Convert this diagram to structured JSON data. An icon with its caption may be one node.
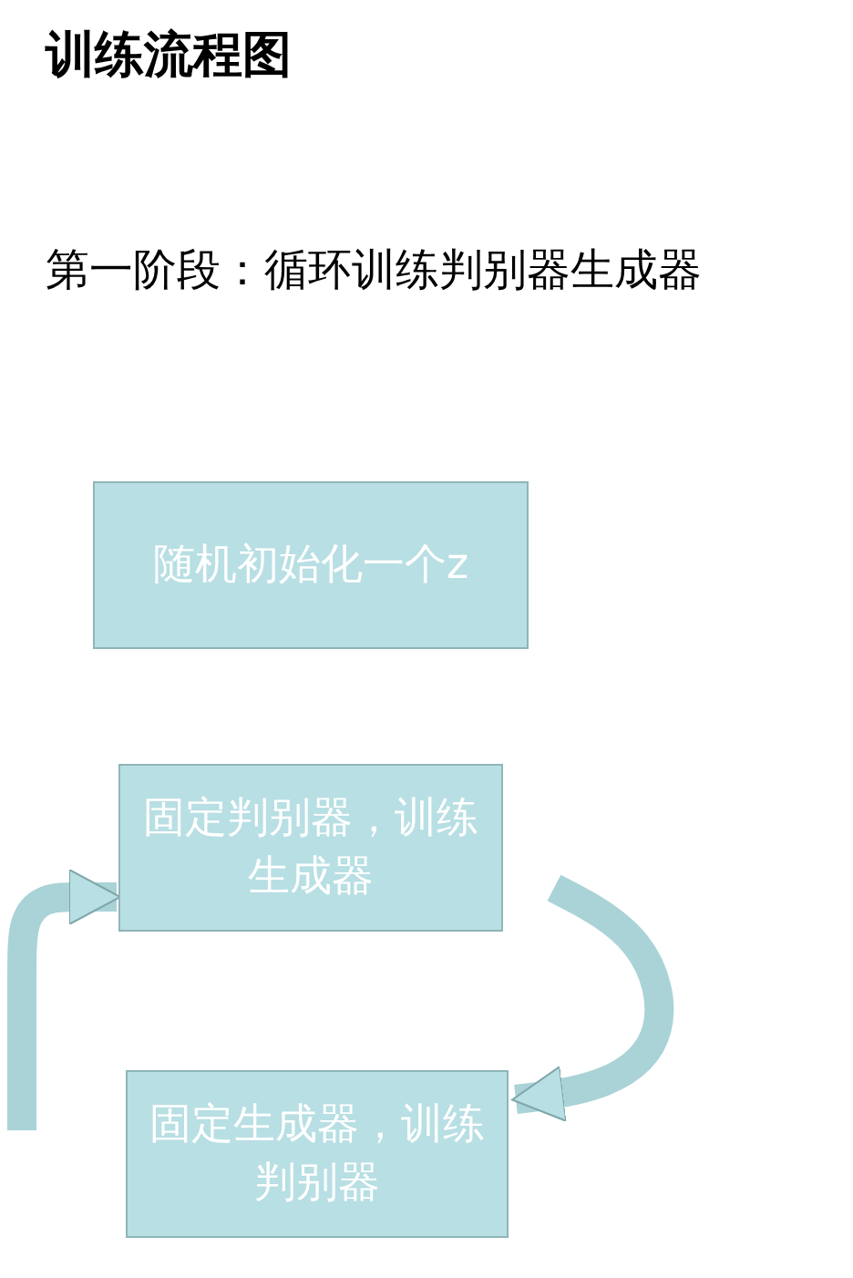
{
  "diagram": {
    "title": "训练流程图",
    "labels": [
      "第一阶段：循环训练判别器生成器"
    ],
    "nodes": [
      {
        "text": [
          "随机初始化一个z"
        ]
      },
      {
        "text": [
          "固定判别器，训练生成器"
        ]
      },
      {
        "text": [
          "固定生成器，训练判别器"
        ]
      }
    ],
    "edges": [
      {
        "from": 1,
        "to": 2,
        "arrow": "to"
      },
      {
        "from": null,
        "to": 1,
        "arrow": "to"
      }
    ]
  }
}
